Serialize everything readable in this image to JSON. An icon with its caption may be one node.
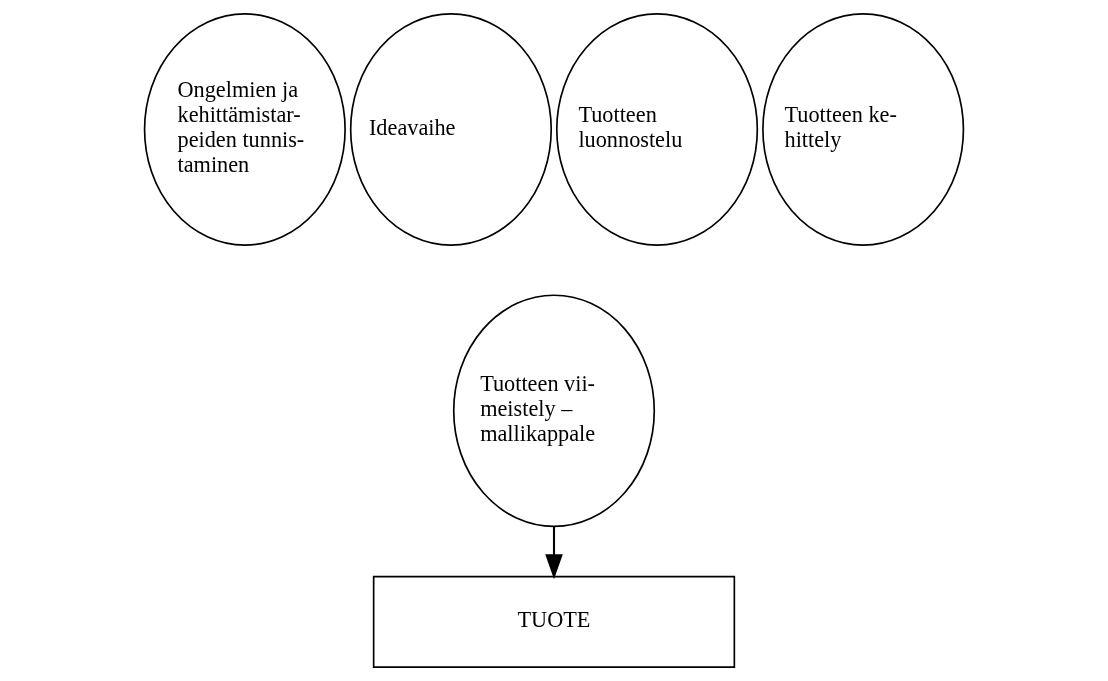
{
  "diagram": {
    "nodes": [
      {
        "text": [
          "Ongelmien ja kehittämistar- peiden tunnis- taminen"
        ]
      },
      {
        "text": [
          "Ideavaihe"
        ]
      },
      {
        "text": [
          "Tuotteen luonnostelu"
        ]
      },
      {
        "text": [
          "Tuotteen ke- hittely"
        ]
      },
      {
        "text": [
          "Tuotteen vii- meistely – mallikappale"
        ]
      },
      {
        "text": [
          "TUOTE"
        ]
      }
    ],
    "edges": [
      {
        "from": 4,
        "to": 5,
        "arrow": "to"
      }
    ]
  }
}
